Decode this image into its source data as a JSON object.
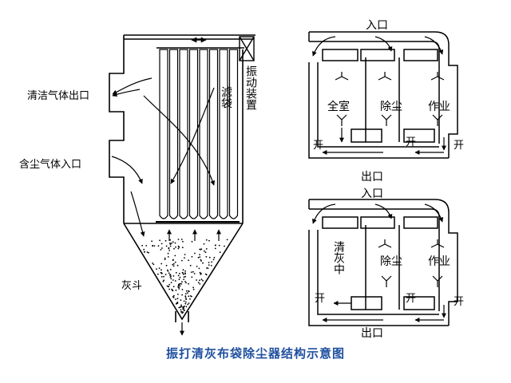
{
  "colors": {
    "line": "#000000",
    "caption": "#1f4f9f",
    "background": "#ffffff"
  },
  "left": {
    "clean_outlet": "清洁气体出口",
    "dusty_inlet": "含尘气体入口",
    "filter_bag": "滤袋",
    "shaker": "振动装置",
    "hopper": "灰斗"
  },
  "top_right": {
    "inlet": "入口",
    "outlet": "出口",
    "state_left": "全室",
    "state_mid": "除尘",
    "state_right": "作业",
    "open_left": "开",
    "open_mid": "开",
    "open_right": "开"
  },
  "bottom_right": {
    "inlet": "入口",
    "outlet": "出口",
    "state_left": "清灰中",
    "state_mid": "除尘",
    "state_right": "作业",
    "open_left": "开",
    "open_mid": "开",
    "open_right": "开"
  },
  "caption": "振打清灰布袋除尘器结构示意图"
}
